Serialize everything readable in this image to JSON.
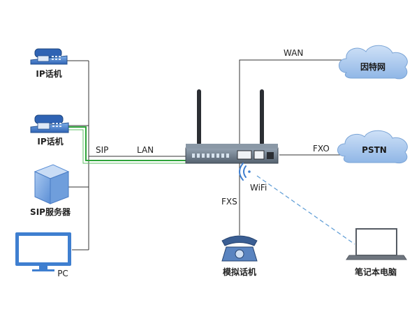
{
  "devices": {
    "ip_phone_1": "IP话机",
    "ip_phone_2": "IP话机",
    "sip_server": "SIP服务器",
    "pc": "PC",
    "analog_phone": "模拟话机",
    "laptop": "笔记本电脑"
  },
  "clouds": {
    "internet": "因特网",
    "pstn": "PSTN"
  },
  "links": {
    "sip": "SIP",
    "lan": "LAN",
    "wan": "WAN",
    "fxo": "FXO",
    "fxs": "FXS",
    "wifi": "WiFi"
  },
  "colors": {
    "line": "#333333",
    "sip_link": "#2ea43a",
    "wifi_link": "#5b9bd5",
    "device_blue": "#3f7fd0",
    "cloud_fill": "#a9c9ef",
    "router": "#6b7c8c"
  }
}
